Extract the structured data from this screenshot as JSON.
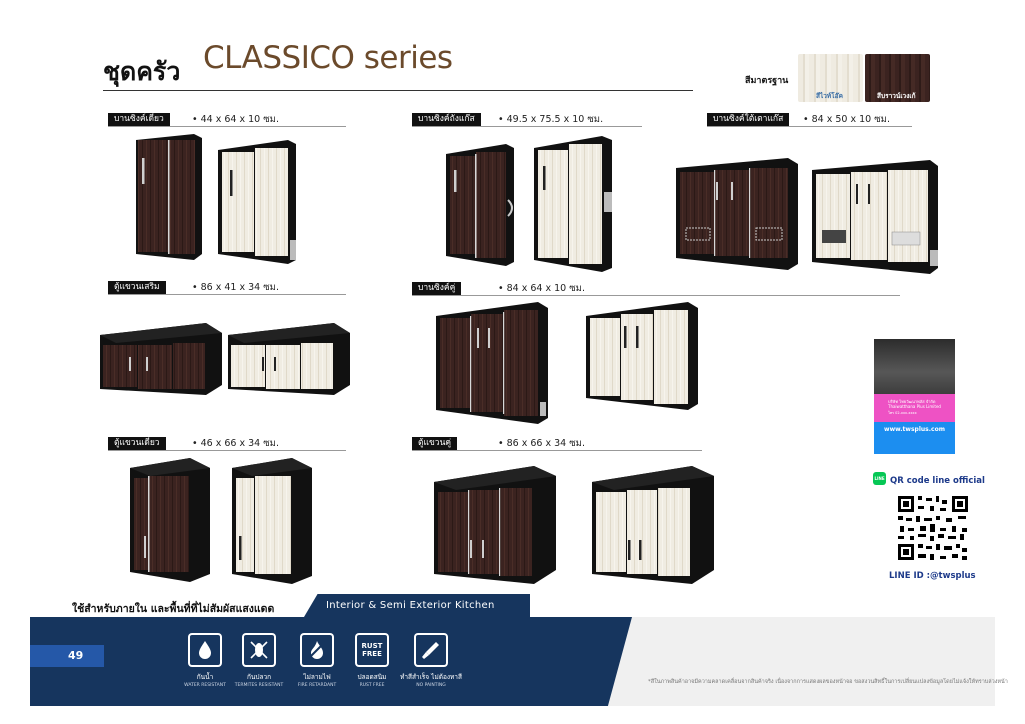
{
  "header": {
    "title_th": "ชุดครัว",
    "title_series": "CLASSICO series",
    "standard_colors_label": "สีมาตรฐาน",
    "swatches": [
      {
        "name": "สีไวท์โอ๊ค",
        "color": "#efebe1"
      },
      {
        "name": "สีบราวน์เวงเก้",
        "color": "#3b2320"
      }
    ]
  },
  "products": [
    {
      "name": "บานซิงค์เดี่ยว",
      "dims": "• 44 x 64 x 10 ซม."
    },
    {
      "name": "บานซิงค์ถังแก๊ส",
      "dims": "• 49.5 x 75.5 x 10 ซม."
    },
    {
      "name": "บานซิงค์ใต้เตาแก๊ส",
      "dims": "• 84 x 50 x 10 ซม."
    },
    {
      "name": "ตู้แขวนเสริม",
      "dims": "• 86 x 41 x 34 ซม."
    },
    {
      "name": "บานซิงค์คู่",
      "dims": "• 84 x 64 x 10 ซม."
    },
    {
      "name": "ตู้แขวนเดี่ยว",
      "dims": "• 46 x 66 x 34 ซม."
    },
    {
      "name": "ตู้แขวนคู่",
      "dims": "• 86 x 66 x 34 ซม."
    }
  ],
  "footer": {
    "usage_th": "ใช้สำหรับภายใน และพื้นที่ที่ไม่สัมผัสแสงแดด",
    "usage_en": "Interior & Semi Exterior Kitchen",
    "page_number": "49",
    "features": [
      {
        "icon": "water-drop-icon",
        "th": "กันน้ำ",
        "en": "WATER RESISTANT"
      },
      {
        "icon": "termite-icon",
        "th": "กันปลวก",
        "en": "TERMITES RESISTANT"
      },
      {
        "icon": "flame-icon",
        "th": "ไม่ลามไฟ",
        "en": "FIRE RETARDANT"
      },
      {
        "icon": "rust-free-icon",
        "icon_text": "RUST FREE",
        "th": "ปลอดสนิม",
        "en": "RUST FREE"
      },
      {
        "icon": "paint-brush-icon",
        "th": "ทำสีสำเร็จ ไม่ต้องทาสี",
        "en": "NO PAINTING"
      }
    ],
    "disclaimer": "*สีในภาพสินค้าอาจมีความคลาดเคลื่อนจากสินค้าจริง เนื่องจากการแสดงผลของหน้าจอ ขอสงวนสิทธิ์ในการเปลี่ยนแปลงข้อมูลโดยไม่แจ้งให้ทราบล่วงหน้า"
  },
  "sidebar": {
    "ad_company": "บริษัท ไทยวัฒนาพลัส จำกัด",
    "ad_company_en": "Thaiwatthana Plus Limited",
    "ad_contact": "โทร 02-xxx-xxxx",
    "ad_url": "www.twsplus.com",
    "qr_title": "QR code line official",
    "line_id": "LINE ID :@twsplus"
  },
  "colors": {
    "dark": "#16355e",
    "accent": "#2558a8",
    "wood_dark": "#3b2320",
    "wood_light": "#efebe1"
  }
}
